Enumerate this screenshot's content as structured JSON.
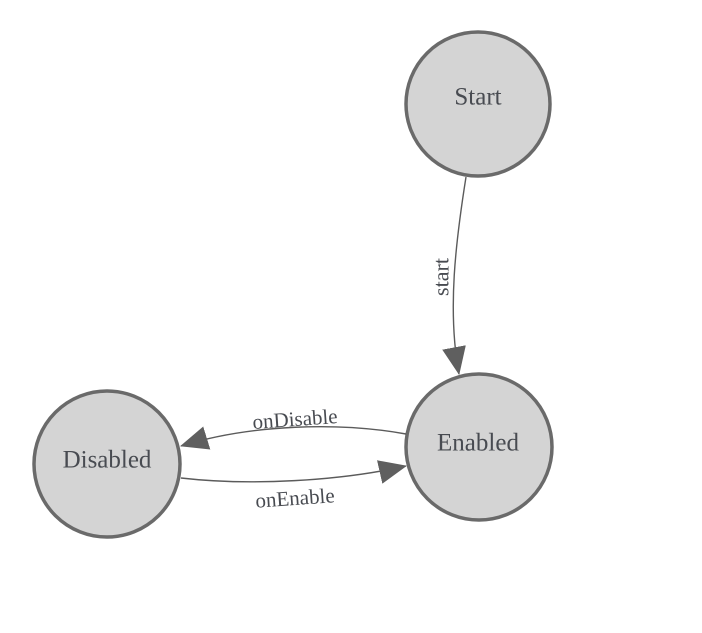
{
  "diagram": {
    "type": "finite-state-machine",
    "background": "#ffffff",
    "colors": {
      "background": "#ffffff",
      "node_fill": "#d4d4d4",
      "node_stroke": "#6a6a6a",
      "edge_stroke": "#5b5b5b",
      "arrow_fill": "#5f5f5f",
      "label_text": "#484b51"
    },
    "nodes": [
      {
        "id": "start",
        "label": "Start"
      },
      {
        "id": "enabled",
        "label": "Enabled"
      },
      {
        "id": "disabled",
        "label": "Disabled"
      }
    ],
    "edges": [
      {
        "id": "start-to-enabled",
        "label": "start",
        "from": "Start",
        "to": "Enabled"
      },
      {
        "id": "enabled-to-disabled",
        "label": "onDisable",
        "from": "Enabled",
        "to": "Disabled"
      },
      {
        "id": "disabled-to-enabled",
        "label": "onEnable",
        "from": "Disabled",
        "to": "Enabled"
      }
    ]
  }
}
